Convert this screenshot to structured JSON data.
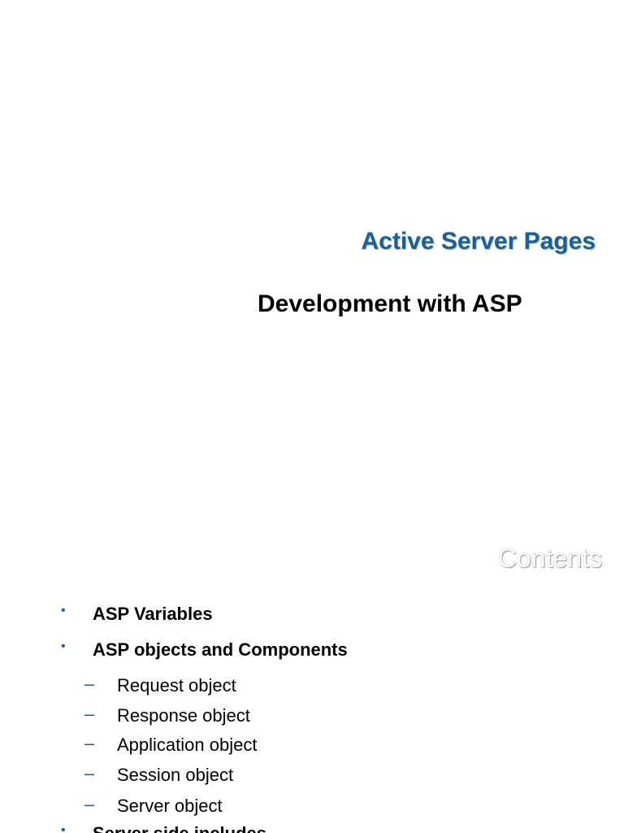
{
  "slide1": {
    "title": "Active Server Pages",
    "subtitle": "Development with ASP"
  },
  "slide2": {
    "title": "Contents",
    "bullets": [
      {
        "marker": "•",
        "text": "ASP Variables",
        "children": []
      },
      {
        "marker": "•",
        "text": "ASP objects and Components",
        "children": [
          {
            "marker": "–",
            "text": "Request object"
          },
          {
            "marker": "–",
            "text": "Response object"
          },
          {
            "marker": "–",
            "text": "Application object"
          },
          {
            "marker": "–",
            "text": "Session object"
          },
          {
            "marker": "–",
            "text": "Server object"
          }
        ]
      },
      {
        "marker": "•",
        "text": "Server side includes",
        "children": []
      }
    ]
  },
  "colors": {
    "title_blue": "#1a5f96",
    "background": "#ffffff",
    "text": "#000000"
  }
}
